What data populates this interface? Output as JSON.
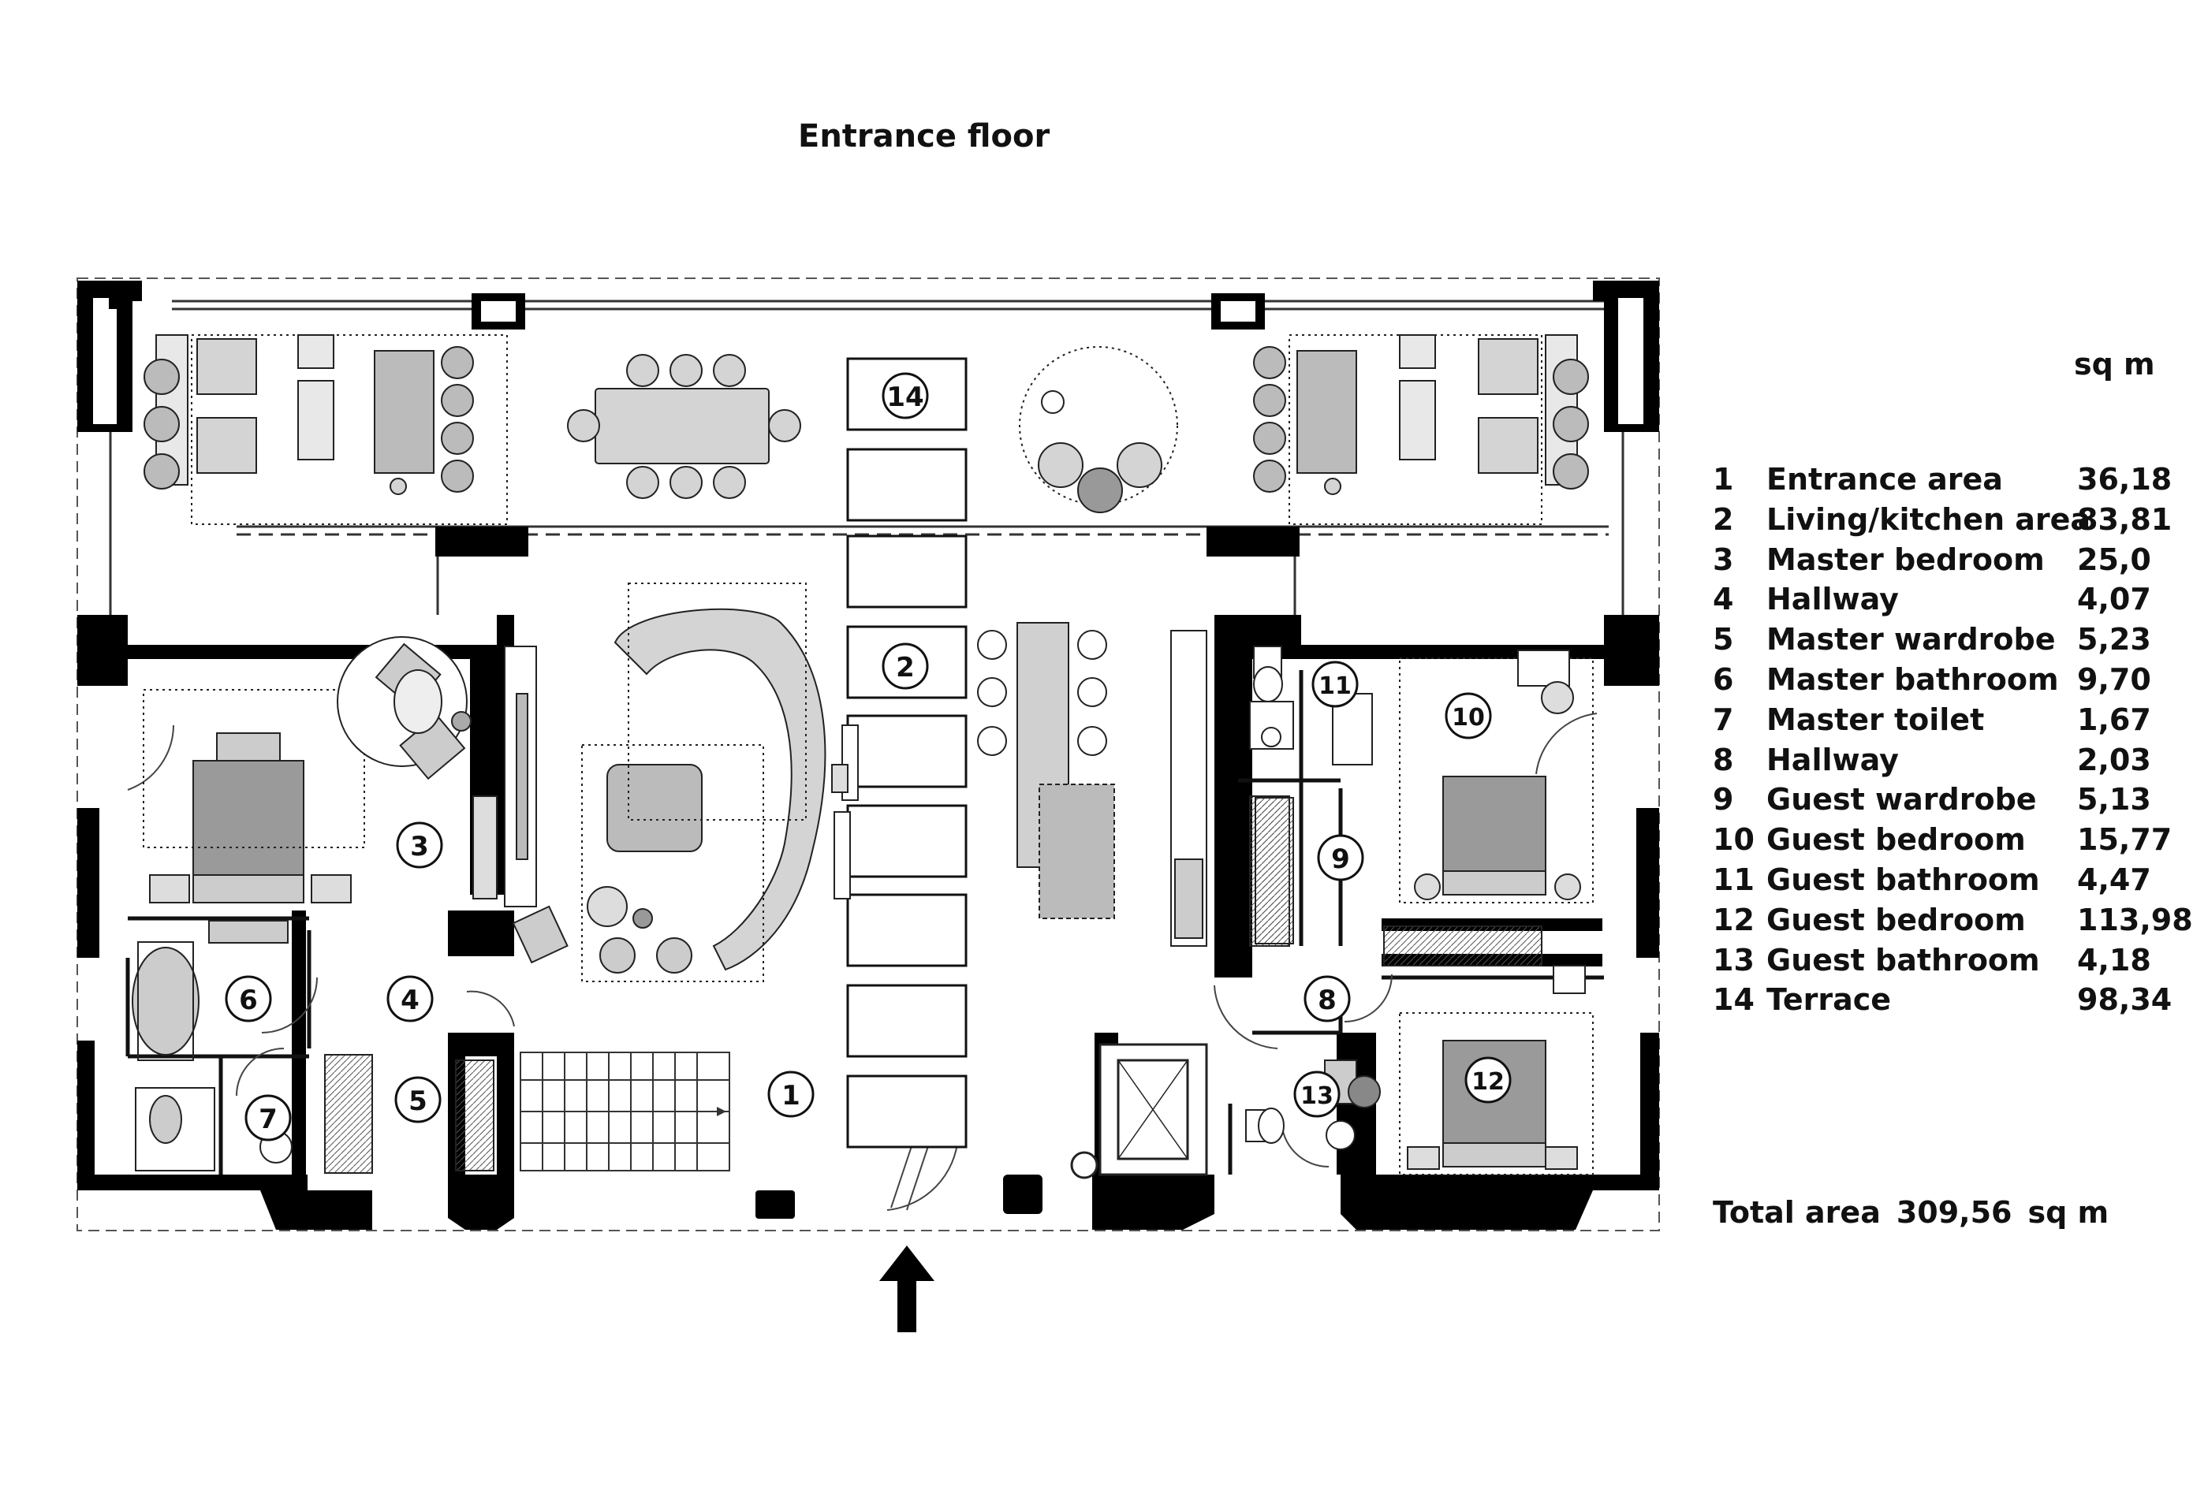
{
  "title": "Entrance floor",
  "unit_label": "sq m",
  "rooms": [
    {
      "no": "1",
      "name": "Entrance area",
      "area": "36,18"
    },
    {
      "no": "2",
      "name": "Living/kitchen area",
      "area": "83,81"
    },
    {
      "no": "3",
      "name": "Master bedroom",
      "area": "25,0"
    },
    {
      "no": "4",
      "name": "Hallway",
      "area": "4,07"
    },
    {
      "no": "5",
      "name": "Master wardrobe",
      "area": "5,23"
    },
    {
      "no": "6",
      "name": "Master bathroom",
      "area": "9,70"
    },
    {
      "no": "7",
      "name": "Master toilet",
      "area": "1,67"
    },
    {
      "no": "8",
      "name": "Hallway",
      "area": "2,03"
    },
    {
      "no": "9",
      "name": "Guest wardrobe",
      "area": "5,13"
    },
    {
      "no": "10",
      "name": "Guest bedroom",
      "area": "15,77"
    },
    {
      "no": "11",
      "name": "Guest bathroom",
      "area": "4,47"
    },
    {
      "no": "12",
      "name": "Guest bedroom",
      "area": "113,98"
    },
    {
      "no": "13",
      "name": "Guest bathroom",
      "area": "4,18"
    },
    {
      "no": "14",
      "name": "Terrace",
      "area": "98,34"
    }
  ],
  "total": {
    "label": "Total area",
    "value": "309,56",
    "unit": "sq m"
  },
  "plan_markers": [
    "1",
    "2",
    "3",
    "4",
    "5",
    "6",
    "7",
    "8",
    "9",
    "10",
    "11",
    "12",
    "13",
    "14"
  ],
  "colors": {
    "wall": "#000000",
    "furniture_fill": "#c8c8c8",
    "bed_fill": "#9a9a9a",
    "line": "#222222"
  }
}
